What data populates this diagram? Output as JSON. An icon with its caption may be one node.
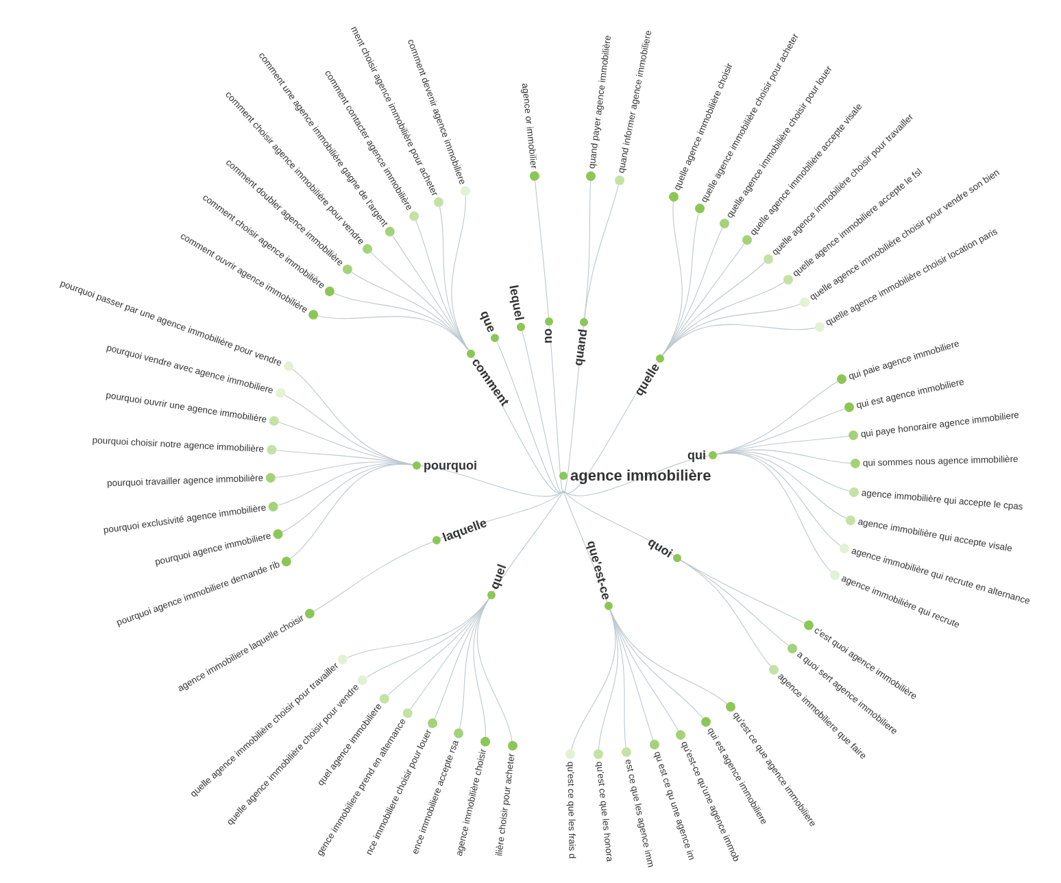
{
  "diagram": {
    "nodes": [
      {
        "text": [
          "agence immobilière"
        ]
      },
      {
        "text": [
          "comment"
        ]
      },
      {
        "text": [
          "comment ouvrir agence immobilière"
        ]
      },
      {
        "text": [
          "comment choisir agence immobilière"
        ]
      },
      {
        "text": [
          "comment doubler agence immobilière"
        ]
      },
      {
        "text": [
          "comment choisir agence immobilière pour vendre"
        ]
      },
      {
        "text": [
          "comment une agence immobilière gagne de l'argent"
        ]
      },
      {
        "text": [
          "comment contacter agence immobilière"
        ]
      },
      {
        "text": [
          "ment choisir agence immobilière pour acheter"
        ]
      },
      {
        "text": [
          "comment devenir agence immobiliere"
        ]
      },
      {
        "text": [
          "que"
        ]
      },
      {
        "text": [
          "lequel"
        ]
      },
      {
        "text": [
          "ou"
        ]
      },
      {
        "text": [
          "agence or immobilier"
        ]
      },
      {
        "text": [
          "quand"
        ]
      },
      {
        "text": [
          "quand payer agence immobilière"
        ]
      },
      {
        "text": [
          "quand informer agence immobiliere"
        ]
      },
      {
        "text": [
          "quelle"
        ]
      },
      {
        "text": [
          "quelle agence immobilière choisir"
        ]
      },
      {
        "text": [
          "quelle agence immobilière choisir pour acheter"
        ]
      },
      {
        "text": [
          "quelle agence immobilière choisir pour louer"
        ]
      },
      {
        "text": [
          "quelle agence immobilière accepte visale"
        ]
      },
      {
        "text": [
          "quelle agence immobilière choisir pour travailler"
        ]
      },
      {
        "text": [
          "quelle agence immobiliere accepte le fsl"
        ]
      },
      {
        "text": [
          "quelle agence immobilière choisir pour vendre son bien"
        ]
      },
      {
        "text": [
          "quelle agence immobilière choisir location paris"
        ]
      },
      {
        "text": [
          "qui"
        ]
      },
      {
        "text": [
          "qui paie agence immobiliere"
        ]
      },
      {
        "text": [
          "qui est agence immobiliere"
        ]
      },
      {
        "text": [
          "qui paye honoraire agence immobiliere"
        ]
      },
      {
        "text": [
          "qui sommes nous agence immobilière"
        ]
      },
      {
        "text": [
          "agence immobilière qui accepte le cpas"
        ]
      },
      {
        "text": [
          "agence immobilière qui accepte visale"
        ]
      },
      {
        "text": [
          "agence immobilière qui recrute en alternance"
        ]
      },
      {
        "text": [
          "agence immobilière qui recrute"
        ]
      },
      {
        "text": [
          "quoi"
        ]
      },
      {
        "text": [
          "c'est quoi agence immobilière"
        ]
      },
      {
        "text": [
          "a quoi sert agence immobiliere"
        ]
      },
      {
        "text": [
          "agence immobiliere que faire"
        ]
      },
      {
        "text": [
          "que'est-ce"
        ]
      },
      {
        "text": [
          "qu'est ce que agence immobiliere"
        ]
      },
      {
        "text": [
          "qui est agence immobiliere"
        ]
      },
      {
        "text": [
          "qu'est-ce qu'une agence immob"
        ]
      },
      {
        "text": [
          "qu est ce qu une agence im"
        ]
      },
      {
        "text": [
          "est ce que les agence imm"
        ]
      },
      {
        "text": [
          "qu'est ce que les honora"
        ]
      },
      {
        "text": [
          "qu'est ce que les frais d"
        ]
      },
      {
        "text": [
          "quel"
        ]
      },
      {
        "text": [
          "quelle agence immobilière choisir pour travailler"
        ]
      },
      {
        "text": [
          "quelle agence immobilière choisir pour vendre"
        ]
      },
      {
        "text": [
          "quel agence immobiliere"
        ]
      },
      {
        "text": [
          "gence immobiliere prend en alternance"
        ]
      },
      {
        "text": [
          "nce immobiliere choisir pour louer"
        ]
      },
      {
        "text": [
          "ence immobiliere accepte rsa"
        ]
      },
      {
        "text": [
          "agence immobilière choisir"
        ]
      },
      {
        "text": [
          "ilière choisir pour acheter"
        ]
      },
      {
        "text": [
          "laquelle"
        ]
      },
      {
        "text": [
          "agence immobiliere laquelle choisir"
        ]
      },
      {
        "text": [
          "pourquoi"
        ]
      },
      {
        "text": [
          "pourquoi passer par une agence immobilière pour vendre"
        ]
      },
      {
        "text": [
          "pourquoi vendre avec agence immobiliere"
        ]
      },
      {
        "text": [
          "pourquoi ouvrir une agence immobilière"
        ]
      },
      {
        "text": [
          "pourquoi choisir notre agence immobilière"
        ]
      },
      {
        "text": [
          "pourquoi travailler agence immobilière"
        ]
      },
      {
        "text": [
          "pourquoi exclusivité agence immobilière"
        ]
      },
      {
        "text": [
          "pourquoi agence immobiliere"
        ]
      },
      {
        "text": [
          "pourquoi agence immobiliere demande rib"
        ]
      }
    ],
    "edges": [
      {
        "from": 0,
        "to": 1,
        "arrow": "none"
      },
      {
        "from": 0,
        "to": 10,
        "arrow": "none"
      },
      {
        "from": 0,
        "to": 11,
        "arrow": "none"
      },
      {
        "from": 0,
        "to": 12,
        "arrow": "none"
      },
      {
        "from": 0,
        "to": 14,
        "arrow": "none"
      },
      {
        "from": 0,
        "to": 17,
        "arrow": "none"
      },
      {
        "from": 0,
        "to": 26,
        "arrow": "none"
      },
      {
        "from": 0,
        "to": 35,
        "arrow": "none"
      },
      {
        "from": 0,
        "to": 39,
        "arrow": "none"
      },
      {
        "from": 0,
        "to": 47,
        "arrow": "none"
      },
      {
        "from": 0,
        "to": 56,
        "arrow": "none"
      },
      {
        "from": 0,
        "to": 58,
        "arrow": "none"
      },
      {
        "from": 1,
        "to": 2,
        "arrow": "none"
      },
      {
        "from": 1,
        "to": 3,
        "arrow": "none"
      },
      {
        "from": 1,
        "to": 4,
        "arrow": "none"
      },
      {
        "from": 1,
        "to": 5,
        "arrow": "none"
      },
      {
        "from": 1,
        "to": 6,
        "arrow": "none"
      },
      {
        "from": 1,
        "to": 7,
        "arrow": "none"
      },
      {
        "from": 1,
        "to": 8,
        "arrow": "none"
      },
      {
        "from": 1,
        "to": 9,
        "arrow": "none"
      },
      {
        "from": 12,
        "to": 13,
        "arrow": "none"
      },
      {
        "from": 14,
        "to": 15,
        "arrow": "none"
      },
      {
        "from": 14,
        "to": 16,
        "arrow": "none"
      },
      {
        "from": 17,
        "to": 18,
        "arrow": "none"
      },
      {
        "from": 17,
        "to": 19,
        "arrow": "none"
      },
      {
        "from": 17,
        "to": 20,
        "arrow": "none"
      },
      {
        "from": 17,
        "to": 21,
        "arrow": "none"
      },
      {
        "from": 17,
        "to": 22,
        "arrow": "none"
      },
      {
        "from": 17,
        "to": 23,
        "arrow": "none"
      },
      {
        "from": 17,
        "to": 24,
        "arrow": "none"
      },
      {
        "from": 17,
        "to": 25,
        "arrow": "none"
      },
      {
        "from": 26,
        "to": 27,
        "arrow": "none"
      },
      {
        "from": 26,
        "to": 28,
        "arrow": "none"
      },
      {
        "from": 26,
        "to": 29,
        "arrow": "none"
      },
      {
        "from": 26,
        "to": 30,
        "arrow": "none"
      },
      {
        "from": 26,
        "to": 31,
        "arrow": "none"
      },
      {
        "from": 26,
        "to": 32,
        "arrow": "none"
      },
      {
        "from": 26,
        "to": 33,
        "arrow": "none"
      },
      {
        "from": 26,
        "to": 34,
        "arrow": "none"
      },
      {
        "from": 35,
        "to": 36,
        "arrow": "none"
      },
      {
        "from": 35,
        "to": 37,
        "arrow": "none"
      },
      {
        "from": 35,
        "to": 38,
        "arrow": "none"
      },
      {
        "from": 39,
        "to": 40,
        "arrow": "none"
      },
      {
        "from": 39,
        "to": 41,
        "arrow": "none"
      },
      {
        "from": 39,
        "to": 42,
        "arrow": "none"
      },
      {
        "from": 39,
        "to": 43,
        "arrow": "none"
      },
      {
        "from": 39,
        "to": 44,
        "arrow": "none"
      },
      {
        "from": 39,
        "to": 45,
        "arrow": "none"
      },
      {
        "from": 39,
        "to": 46,
        "arrow": "none"
      },
      {
        "from": 47,
        "to": 48,
        "arrow": "none"
      },
      {
        "from": 47,
        "to": 49,
        "arrow": "none"
      },
      {
        "from": 47,
        "to": 50,
        "arrow": "none"
      },
      {
        "from": 47,
        "to": 51,
        "arrow": "none"
      },
      {
        "from": 47,
        "to": 52,
        "arrow": "none"
      },
      {
        "from": 47,
        "to": 53,
        "arrow": "none"
      },
      {
        "from": 47,
        "to": 54,
        "arrow": "none"
      },
      {
        "from": 47,
        "to": 55,
        "arrow": "none"
      },
      {
        "from": 56,
        "to": 57,
        "arrow": "none"
      },
      {
        "from": 58,
        "to": 59,
        "arrow": "none"
      },
      {
        "from": 58,
        "to": 60,
        "arrow": "none"
      },
      {
        "from": 58,
        "to": 61,
        "arrow": "none"
      },
      {
        "from": 58,
        "to": 62,
        "arrow": "none"
      },
      {
        "from": 58,
        "to": 63,
        "arrow": "none"
      },
      {
        "from": 58,
        "to": 64,
        "arrow": "none"
      },
      {
        "from": 58,
        "to": 65,
        "arrow": "none"
      },
      {
        "from": 58,
        "to": 66,
        "arrow": "none"
      }
    ]
  }
}
